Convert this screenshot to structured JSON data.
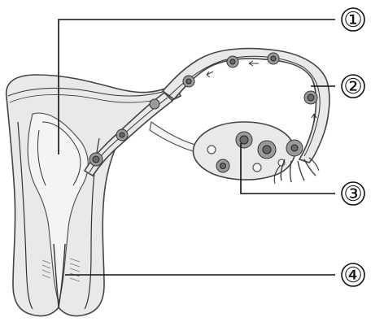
{
  "labels": [
    {
      "id": "1",
      "text": "①"
    },
    {
      "id": "2",
      "text": "②"
    },
    {
      "id": "3",
      "text": "③"
    },
    {
      "id": "4",
      "text": "④"
    }
  ],
  "colors": {
    "line": "#111111",
    "tissue": "#e9e9e9",
    "shade": "#6b6b6b"
  }
}
